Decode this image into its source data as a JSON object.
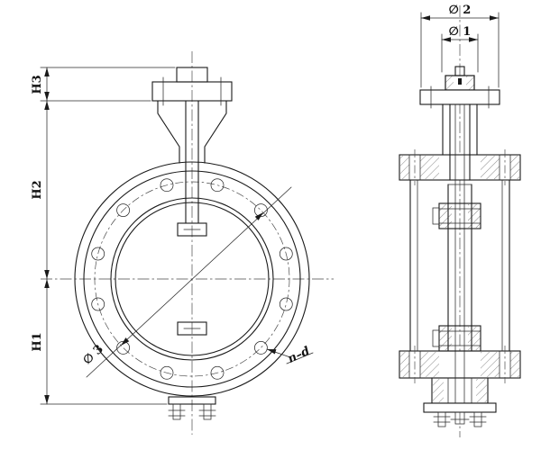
{
  "drawing": {
    "background": "#ffffff",
    "line_color": "#1a1a1a",
    "labels": {
      "h1": "H1",
      "h2": "H2",
      "h3": "H3",
      "dia1": "∅ 1",
      "dia2": "∅ 2",
      "dia3": "∅ 3",
      "n_d": "n–d"
    }
  }
}
